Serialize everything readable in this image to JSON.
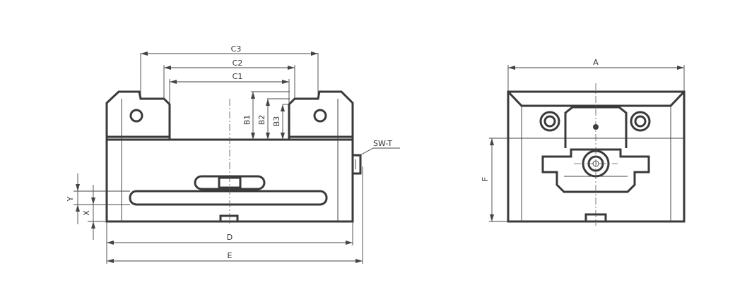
{
  "labels": {
    "c3": "C3",
    "c2": "C2",
    "c1": "C1",
    "b1": "B1",
    "b2": "B2",
    "b3": "B3",
    "sw_t": "SW-T",
    "y": "Y",
    "x": "X",
    "d": "D",
    "e": "E",
    "a": "A",
    "f": "F"
  },
  "colors": {
    "line": "#3a3a3a",
    "background": "#ffffff"
  }
}
